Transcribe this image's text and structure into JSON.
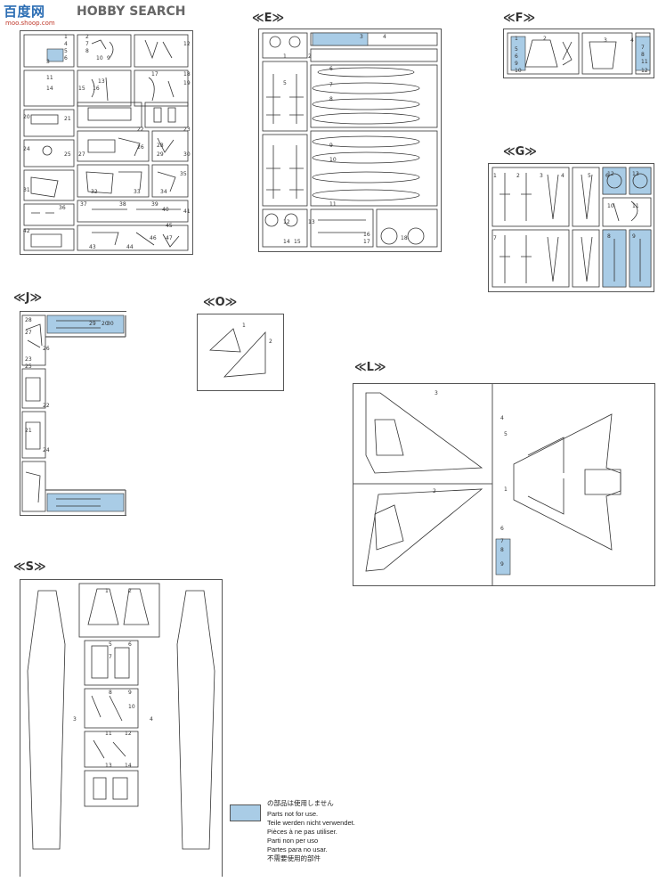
{
  "header": {
    "logo_text": "百度网",
    "logo_sub": "moo.shoop.com",
    "search_text": "HOBBY SEARCH"
  },
  "sections": {
    "E": "≪E≫",
    "F": "≪F≫",
    "G": "≪G≫",
    "J": "≪J≫",
    "O": "≪O≫",
    "L": "≪L≫",
    "S": "≪S≫"
  },
  "legend": {
    "lines": [
      "の部品は使用しません",
      "Parts not for use.",
      "Teile werden nicht verwendet.",
      "Pièces à ne pas utiliser.",
      "Parti non per uso",
      "Partes para no usar.",
      "不需要使用的部件"
    ]
  },
  "part_numbers": {
    "top_left": [
      "1",
      "2",
      "3",
      "4",
      "5",
      "6",
      "7",
      "8",
      "9",
      "10",
      "11",
      "12",
      "13",
      "14",
      "15",
      "16",
      "17",
      "18",
      "19",
      "20",
      "21",
      "22",
      "23",
      "24",
      "25",
      "26",
      "27",
      "28",
      "29",
      "30",
      "31",
      "32",
      "33",
      "34",
      "35",
      "36",
      "37",
      "38",
      "39",
      "40",
      "41",
      "42",
      "43",
      "44",
      "45",
      "46",
      "47"
    ],
    "E": [
      "1",
      "2",
      "3",
      "4",
      "5",
      "6",
      "7",
      "8",
      "9",
      "10",
      "11",
      "12",
      "13",
      "14",
      "15",
      "16",
      "17",
      "18"
    ],
    "F": [
      "1",
      "2",
      "3",
      "4",
      "5",
      "6",
      "7",
      "8",
      "9",
      "10",
      "11",
      "12"
    ],
    "G": [
      "1",
      "2",
      "3",
      "4",
      "5",
      "6",
      "7",
      "8",
      "9",
      "10",
      "11",
      "12",
      "13"
    ],
    "J": [
      "20",
      "21",
      "22",
      "23",
      "24",
      "25",
      "26",
      "27",
      "28",
      "29",
      "30"
    ],
    "O": [
      "1",
      "2"
    ],
    "L": [
      "1",
      "2",
      "3",
      "4",
      "5",
      "6",
      "7",
      "8",
      "9"
    ],
    "S": [
      "1",
      "2",
      "3",
      "4",
      "5",
      "6",
      "7",
      "8",
      "9",
      "10",
      "11",
      "12",
      "13",
      "14"
    ]
  }
}
